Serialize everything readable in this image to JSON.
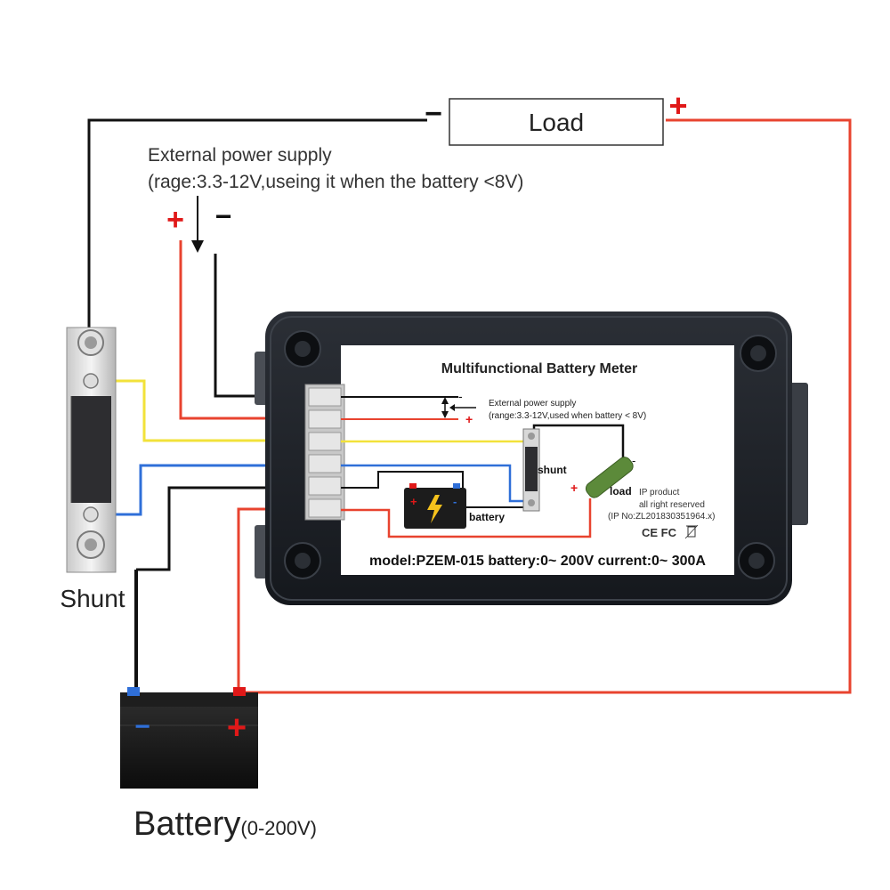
{
  "load_box": {
    "label": "Load",
    "minus": "−",
    "plus": "+"
  },
  "external_supply": {
    "line1": "External power supply",
    "line2": "(rage:3.3-12V,useing it when the battery <8V)",
    "plus": "+",
    "minus": "−"
  },
  "shunt": {
    "label": "Shunt"
  },
  "battery": {
    "label": "Battery",
    "range": "(0-200V)",
    "minus": "−",
    "plus": "+"
  },
  "meter": {
    "title": "Multifunctional Battery Meter",
    "ext_line1": "External power supply",
    "ext_line2": "(range:3.3-12V,used when battery < 8V)",
    "ext_minus": "-",
    "ext_plus": "+",
    "shunt_label": "shunt",
    "battery_label": "battery",
    "load_label": "load",
    "load_minus": "-",
    "load_plus": "+",
    "ip1": "IP product",
    "ip2": "all right reserved",
    "ip3": "(IP No:ZL201830351964.x)",
    "cert": "CE FC",
    "model_line": "model:PZEM-015 battery:0~ 200V current:0~ 300A"
  },
  "colors": {
    "red_wire": "#e8432f",
    "black_wire": "#111111",
    "yellow_wire": "#f2e23a",
    "blue_wire": "#2f6fd8",
    "plus_red": "#e01818",
    "minus_blue": "#2f6fd8"
  }
}
